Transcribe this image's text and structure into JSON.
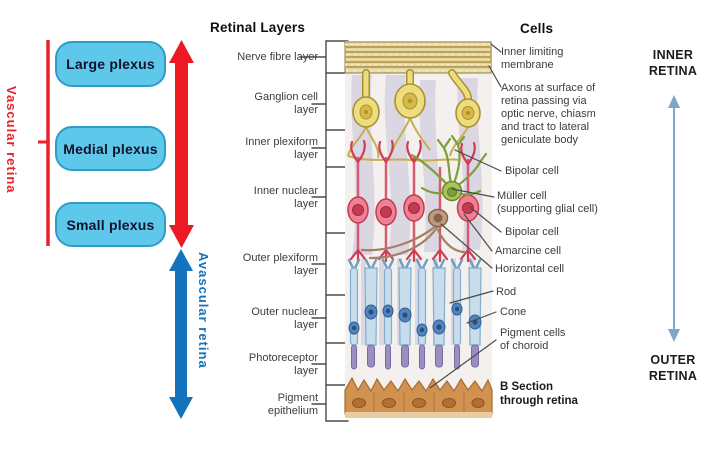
{
  "left_panel": {
    "vascular_label": "Vascular retina",
    "avascular_label": "Avascular retina",
    "boxes": [
      {
        "label": "Large plexus"
      },
      {
        "label": "Medial plexus"
      },
      {
        "label": "Small plexus"
      }
    ],
    "colors": {
      "vascular_red": "#EC1B23",
      "avascular_blue": "#1373BC",
      "box_fill": "#5EC8EB",
      "box_border": "#2D9DC8"
    }
  },
  "layers_panel": {
    "title": "Retinal Layers",
    "layers": [
      {
        "label": "Nerve fibre layer"
      },
      {
        "label": "Ganglion cell\nlayer"
      },
      {
        "label": "Inner plexiform\nlayer"
      },
      {
        "label": "Inner nuclear\nlayer"
      },
      {
        "label": "Outer plexiform\nlayer"
      },
      {
        "label": "Outer nuclear\nlayer"
      },
      {
        "label": "Photoreceptor\nlayer"
      },
      {
        "label": "Pigment\nepithelium"
      }
    ]
  },
  "cells_panel": {
    "title": "Cells",
    "labels": [
      {
        "text": "Inner limiting\nmembrane"
      },
      {
        "text": "Axons at surface of\nretina passing via\noptic nerve, chiasm\nand tract to lateral\ngeniculate body"
      },
      {
        "text": "Bipolar cell"
      },
      {
        "text": "Müller cell\n(supporting glial cell)"
      },
      {
        "text": "Bipolar cell"
      },
      {
        "text": "Amarcine cell"
      },
      {
        "text": "Horizontal cell"
      },
      {
        "text": "Rod"
      },
      {
        "text": "Cone"
      },
      {
        "text": "Pigment cells\nof choroid"
      }
    ],
    "caption": "B Section\nthrough retina"
  },
  "right_panel": {
    "inner_label": "INNER\nRETINA",
    "outer_label": "OUTER\nRETINA",
    "arrow_color": "#7FA6C9"
  }
}
